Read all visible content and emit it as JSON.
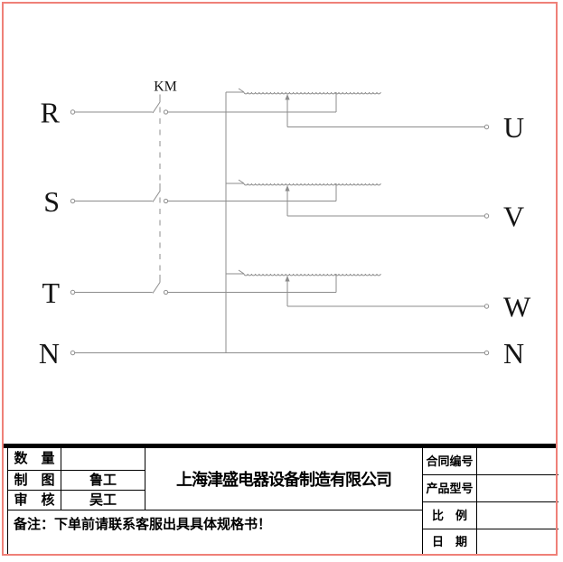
{
  "schematic": {
    "contactor_label": "KM",
    "input_terminals": [
      "R",
      "S",
      "T",
      "N"
    ],
    "output_terminals": [
      "U",
      "V",
      "W",
      "N"
    ]
  },
  "title_block": {
    "company_name": "上海津盛电器设备制造有限公司",
    "quantity_label": "数　量",
    "quantity_value": "",
    "drawn_by_label": "制　图",
    "drawn_by_value": "鲁工",
    "checked_by_label": "审　核",
    "checked_by_value": "吴工",
    "contract_no_label": "合同编号",
    "contract_no_value": "",
    "product_model_label": "产品型号",
    "product_model_value": "",
    "scale_label": "比　例",
    "scale_value": "",
    "date_label": "日　期",
    "date_value": "",
    "note": "备注：下单前请联系客服出具具体规格书！"
  },
  "colors": {
    "frame": "#ef8078",
    "schematic_line": "#8c8c8c",
    "text": "#000000"
  }
}
